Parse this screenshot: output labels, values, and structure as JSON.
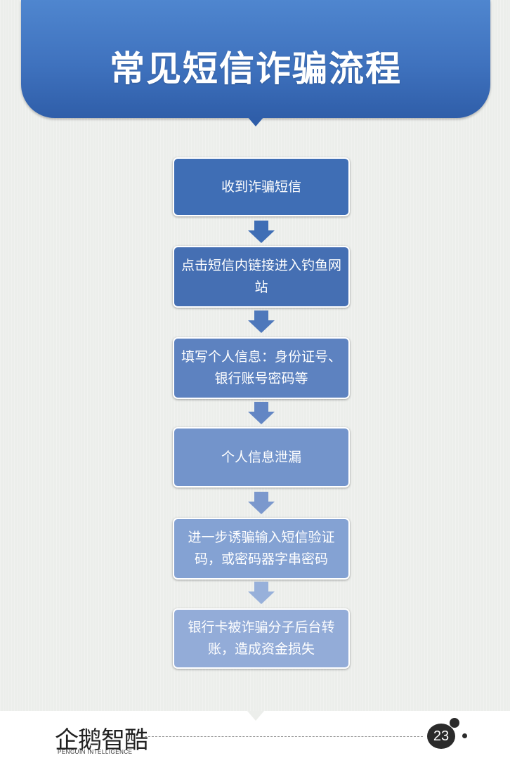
{
  "title": "常见短信诈骗流程",
  "steps": [
    {
      "label": "收到诈骗短信",
      "color": "#3f6eb5"
    },
    {
      "label": "点击短信内链接进入钓鱼网站",
      "color": "#456fb3"
    },
    {
      "label": "填写个人信息：身份证号、银行账号密码等",
      "color": "#5d82c0"
    },
    {
      "label": "个人信息泄漏",
      "color": "#7394cb"
    },
    {
      "label": "进一步诱骗输入短信验证码，或密码器字串密码",
      "color": "#84a2d3"
    },
    {
      "label": "银行卡被诈骗分子后台转账，造成资金损失",
      "color": "#93acd8"
    }
  ],
  "arrow_colors": [
    "#3f6eb5",
    "#4e78bb",
    "#6386c4",
    "#7b98cd",
    "#97b0da"
  ],
  "footer": {
    "logo_text": "企鹅智酷",
    "logo_sub": "PENGUIN INTELLIGENCE",
    "page_number": "23"
  }
}
